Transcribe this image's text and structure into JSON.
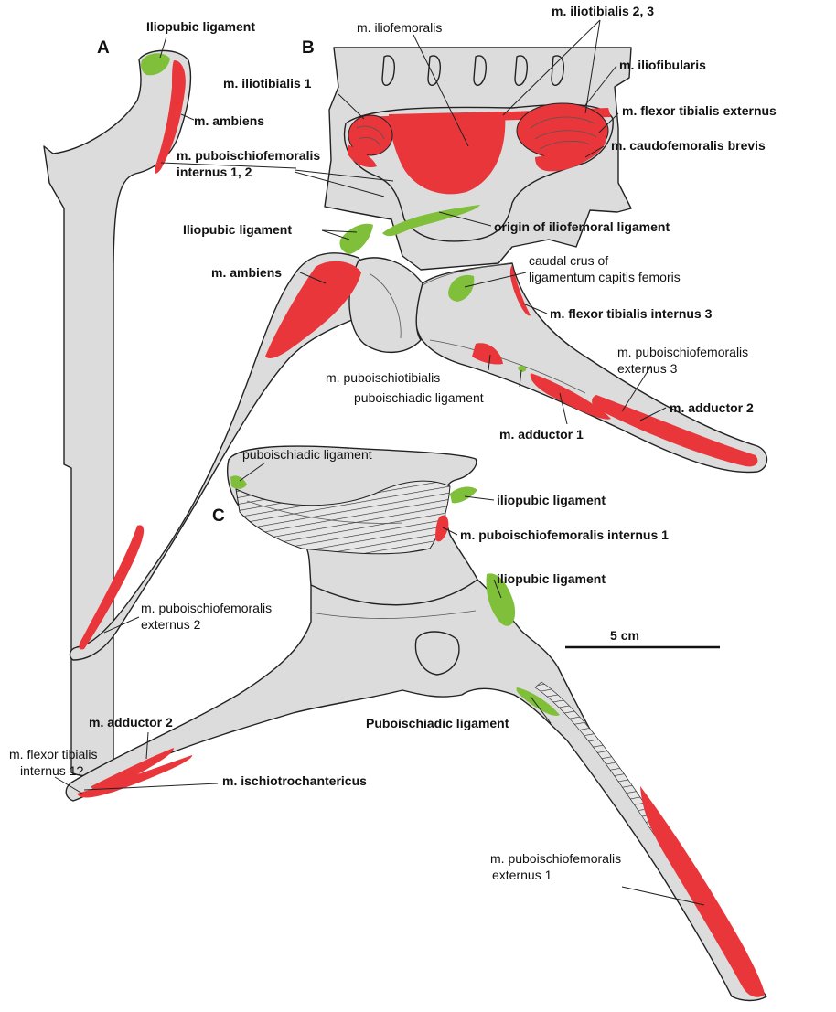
{
  "colors": {
    "bone": "#dcdcdc",
    "muscle": "#e8363a",
    "ligament": "#7fbf3a",
    "outline": "#222222"
  },
  "panels": {
    "a": "A",
    "b": "B",
    "c": "C"
  },
  "scale_bar": "5 cm",
  "labels": {
    "a_iliopubic_ligament": "Iliopubic ligament",
    "a_ambiens": "m. ambiens",
    "a_puboischiofemoralis_int_1": "m. puboischiofemoralis",
    "a_puboischiofemoralis_int_2": "internus 1, 2",
    "b_iliofemoralis": "m. iliofemoralis",
    "b_iliotibialis_23": "m. iliotibialis 2, 3",
    "b_iliofibularis": "m. iliofibularis",
    "b_iliotibialis_1": "m. iliotibialis 1",
    "b_flexor_tib_ext": "m. flexor tibialis externus",
    "b_caudofemoralis_brevis": "m. caudofemoralis brevis",
    "b_iliopubic_ligament": "Iliopubic ligament",
    "b_origin_iliofemoral": "origin of iliofemoral ligament",
    "b_caudal_crus_1": "caudal crus of",
    "b_caudal_crus_2": "ligamentum capitis femoris",
    "b_ambiens": "m. ambiens",
    "b_flexor_tib_int_3": "m. flexor tibialis internus 3",
    "b_pife3_1": "m. puboischiofemoralis",
    "b_pife3_2": "externus 3",
    "b_puboischiotibialis": "m. puboischiotibialis",
    "b_puboischiadic_ligament": "puboischiadic ligament",
    "b_adductor_2": "m. adductor 2",
    "b_adductor_1": "m. adductor 1",
    "c_puboischiadic_ligament": "puboischiadic ligament",
    "c_iliopubic_ligament_1": "iliopubic ligament",
    "c_pifi1": "m. puboischiofemoralis internus 1",
    "c_iliopubic_ligament_2": "iliopubic ligament",
    "c_pife2_1": "m. puboischiofemoralis",
    "c_pife2_2": "externus 2",
    "c_adductor_2": "m. adductor 2",
    "c_puboischiadic_ligament_cap": "Puboischiadic ligament",
    "c_flexor_tib_int_1_1": "m. flexor tibialis",
    "c_flexor_tib_int_1_2": "internus 1?",
    "c_ischiotrochantericus": "m. ischiotrochantericus",
    "c_pife1_1": "m. puboischiofemoralis",
    "c_pife1_2": "externus 1"
  }
}
